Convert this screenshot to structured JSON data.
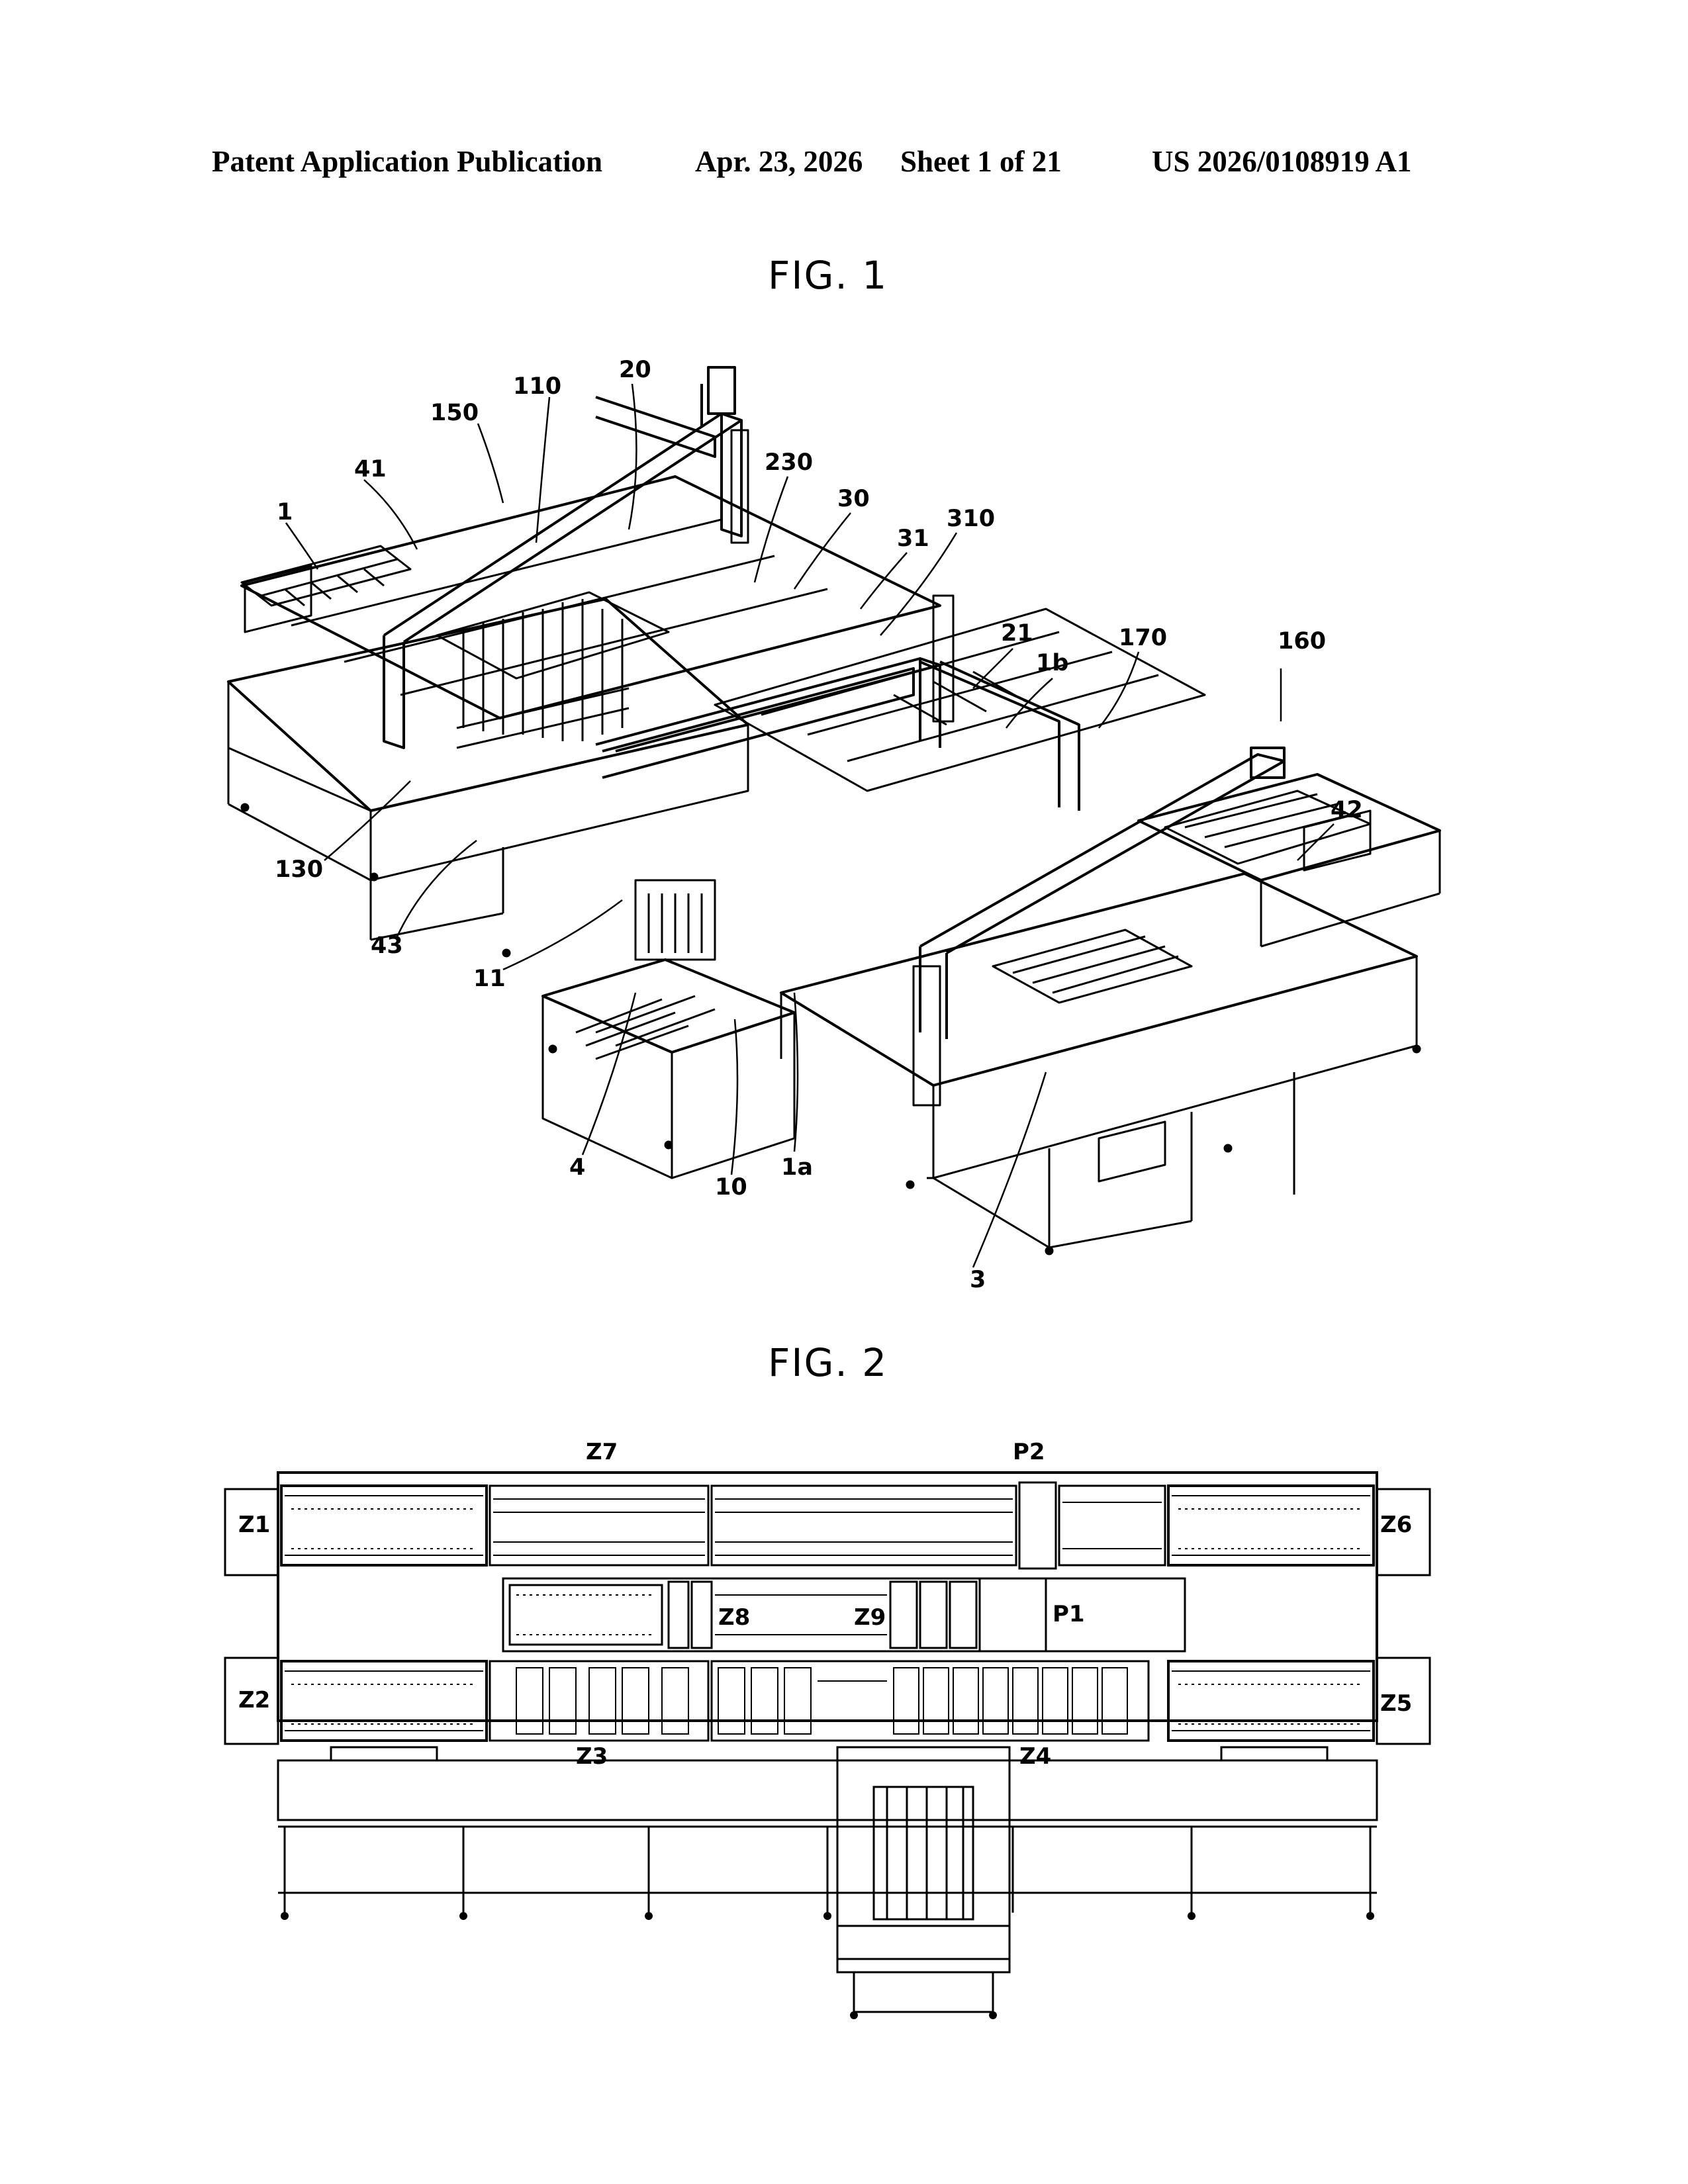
{
  "header": {
    "publication": "Patent Application Publication",
    "date": "Apr. 23, 2026",
    "sheet": "Sheet 1 of 21",
    "number": "US 2026/0108919 A1"
  },
  "figures": [
    {
      "title": "FIG. 1",
      "labels": [
        "1",
        "41",
        "150",
        "110",
        "20",
        "230",
        "30",
        "310",
        "31",
        "21",
        "1b",
        "170",
        "160",
        "42",
        "130",
        "43",
        "11",
        "4",
        "10",
        "1a",
        "3"
      ]
    },
    {
      "title": "FIG. 2",
      "labels": [
        "Z7",
        "P2",
        "Z1",
        "Z6",
        "Z8",
        "Z9",
        "P1",
        "Z2",
        "Z5",
        "Z3",
        "Z4"
      ]
    }
  ]
}
